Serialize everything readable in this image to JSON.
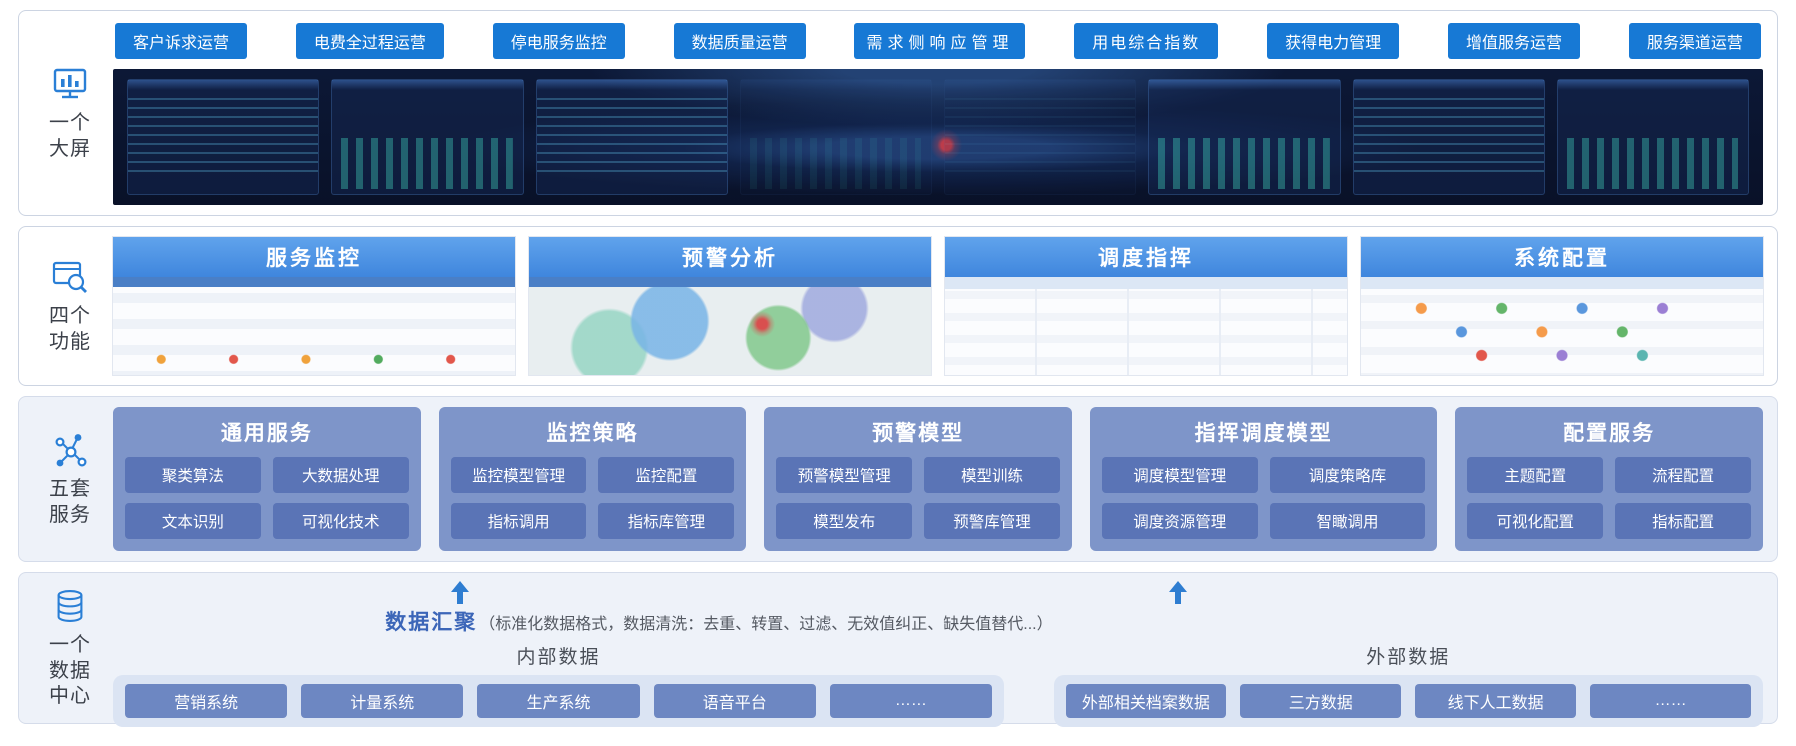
{
  "colors": {
    "primary_button": "#1779d5",
    "panel_header_blue": "#4a8fe2",
    "service_group_bg": "#7e95c9",
    "service_item_bg": "#5a74b6",
    "data_item_bg": "#6d87c2",
    "data_box_bg": "#dbe4f3",
    "arrow": "#2e7dd1",
    "dashboard_bg": "#0a1430",
    "icon_blue": "#2a7fd6"
  },
  "icons": {
    "bigscreen": "monitor-chart-icon",
    "functions": "doc-search-icon",
    "services": "network-nodes-icon",
    "datacenter": "database-icon"
  },
  "bigscreen": {
    "label": "一个大屏",
    "label_lines": [
      "一个",
      "大屏"
    ],
    "buttons": [
      "客户诉求运营",
      "电费全过程运营",
      "停电服务监控",
      "数据质量运营",
      "需求侧响应管理",
      "用电综合指数",
      "获得电力管理",
      "增值服务运营",
      "服务渠道运营"
    ]
  },
  "functions": {
    "label": "四个功能",
    "label_lines": [
      "四个",
      "功能"
    ],
    "panels": [
      "服务监控",
      "预警分析",
      "调度指挥",
      "系统配置"
    ]
  },
  "services": {
    "label": "五套服务",
    "label_lines": [
      "五套",
      "服务"
    ],
    "groups": [
      {
        "title": "通用服务",
        "items": [
          "聚类算法",
          "大数据处理",
          "文本识别",
          "可视化技术"
        ]
      },
      {
        "title": "监控策略",
        "items": [
          "监控模型管理",
          "监控配置",
          "指标调用",
          "指标库管理"
        ]
      },
      {
        "title": "预警模型",
        "items": [
          "预警模型管理",
          "模型训练",
          "模型发布",
          "预警库管理"
        ]
      },
      {
        "title": "指挥调度模型",
        "items": [
          "调度模型管理",
          "调度策略库",
          "调度资源管理",
          "智瞰调用"
        ]
      },
      {
        "title": "配置服务",
        "items": [
          "主题配置",
          "流程配置",
          "可视化配置",
          "指标配置"
        ]
      }
    ]
  },
  "datacenter": {
    "label": "一个数据中心",
    "label_lines": [
      "一个",
      "数据",
      "中心"
    ],
    "title": "数据汇聚",
    "subtitle": "（标准化数据格式，数据清洗：去重、转置、过滤、无效值纠正、缺失值替代...）",
    "groups": [
      {
        "title": "内部数据",
        "items": [
          "营销系统",
          "计量系统",
          "生产系统",
          "语音平台",
          "……"
        ]
      },
      {
        "title": "外部数据",
        "items": [
          "外部相关档案数据",
          "三方数据",
          "线下人工数据",
          "……"
        ]
      }
    ]
  }
}
